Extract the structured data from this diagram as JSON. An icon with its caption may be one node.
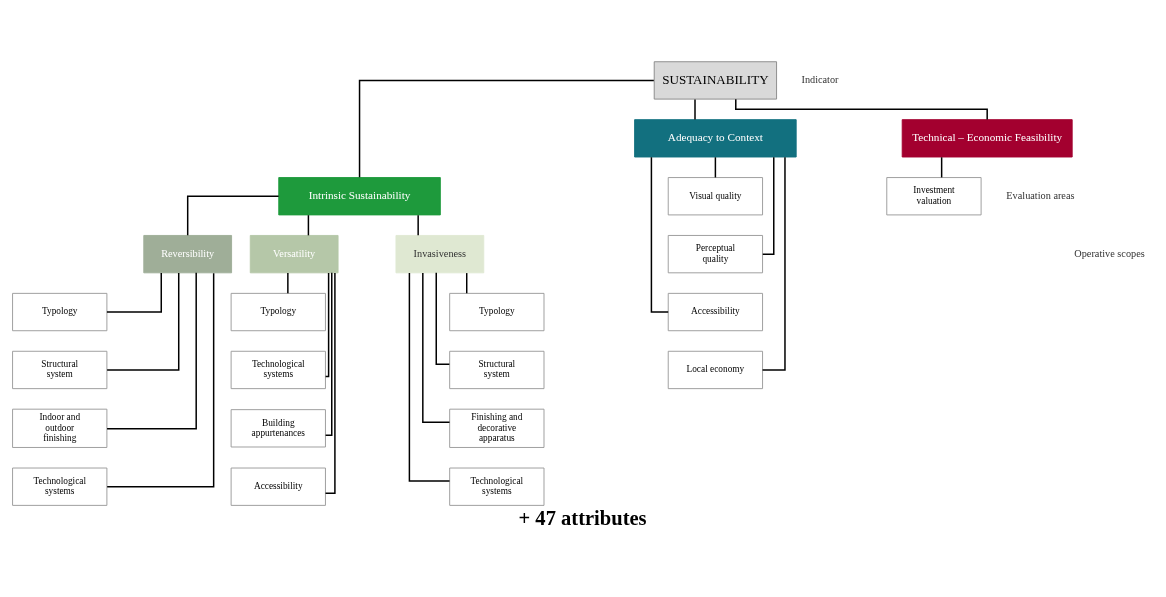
{
  "diagram": {
    "caption": "+ 47 attributes",
    "nodes": [
      {
        "text": [
          "SUSTAINABILITY"
        ]
      },
      {
        "text": [
          "Intrinsic Sustainability"
        ]
      },
      {
        "text": [
          "Adequacy to Context"
        ]
      },
      {
        "text": [
          "Technical – Economic Feasibility"
        ]
      },
      {
        "text": [
          "Reversibility"
        ]
      },
      {
        "text": [
          "Versatility"
        ]
      },
      {
        "text": [
          "Invasiveness"
        ]
      },
      {
        "text": [
          "Typology"
        ]
      },
      {
        "text": [
          "Structural system"
        ]
      },
      {
        "text": [
          "Indoor and outdoor finishing"
        ]
      },
      {
        "text": [
          "Technological systems"
        ]
      },
      {
        "text": [
          "Typology"
        ]
      },
      {
        "text": [
          "Technological systems"
        ]
      },
      {
        "text": [
          "Building appurtenances"
        ]
      },
      {
        "text": [
          "Accessibility"
        ]
      },
      {
        "text": [
          "Typology"
        ]
      },
      {
        "text": [
          "Structural system"
        ]
      },
      {
        "text": [
          "Finishing and decorative apparatus"
        ]
      },
      {
        "text": [
          "Technological systems"
        ]
      },
      {
        "text": [
          "Visual quality"
        ]
      },
      {
        "text": [
          "Perceptual quality"
        ]
      },
      {
        "text": [
          "Accessibility"
        ]
      },
      {
        "text": [
          "Local economy"
        ]
      },
      {
        "text": [
          "Investment valuation"
        ]
      }
    ],
    "edges": [
      {
        "from": 0,
        "to": 1,
        "arrow": "none"
      },
      {
        "from": 0,
        "to": 2,
        "arrow": "none"
      },
      {
        "from": 0,
        "to": 3,
        "arrow": "none"
      },
      {
        "from": 1,
        "to": 4,
        "arrow": "none"
      },
      {
        "from": 1,
        "to": 5,
        "arrow": "none"
      },
      {
        "from": 1,
        "to": 6,
        "arrow": "none"
      },
      {
        "from": 4,
        "to": 7,
        "arrow": "none"
      },
      {
        "from": 4,
        "to": 8,
        "arrow": "none"
      },
      {
        "from": 4,
        "to": 9,
        "arrow": "none"
      },
      {
        "from": 4,
        "to": 10,
        "arrow": "none"
      },
      {
        "from": 5,
        "to": 11,
        "arrow": "none"
      },
      {
        "from": 5,
        "to": 12,
        "arrow": "none"
      },
      {
        "from": 5,
        "to": 13,
        "arrow": "none"
      },
      {
        "from": 5,
        "to": 14,
        "arrow": "none"
      },
      {
        "from": 6,
        "to": 15,
        "arrow": "none"
      },
      {
        "from": 6,
        "to": 16,
        "arrow": "none"
      },
      {
        "from": 6,
        "to": 17,
        "arrow": "none"
      },
      {
        "from": 6,
        "to": 18,
        "arrow": "none"
      },
      {
        "from": 2,
        "to": 19,
        "arrow": "none"
      },
      {
        "from": 2,
        "to": 20,
        "arrow": "none"
      },
      {
        "from": 2,
        "to": 21,
        "arrow": "none"
      },
      {
        "from": 2,
        "to": 22,
        "arrow": "none"
      },
      {
        "from": 3,
        "to": 23,
        "arrow": "none"
      }
    ],
    "labels": [
      "Indicator",
      "Evaluation areas",
      "Operative scopes"
    ]
  }
}
